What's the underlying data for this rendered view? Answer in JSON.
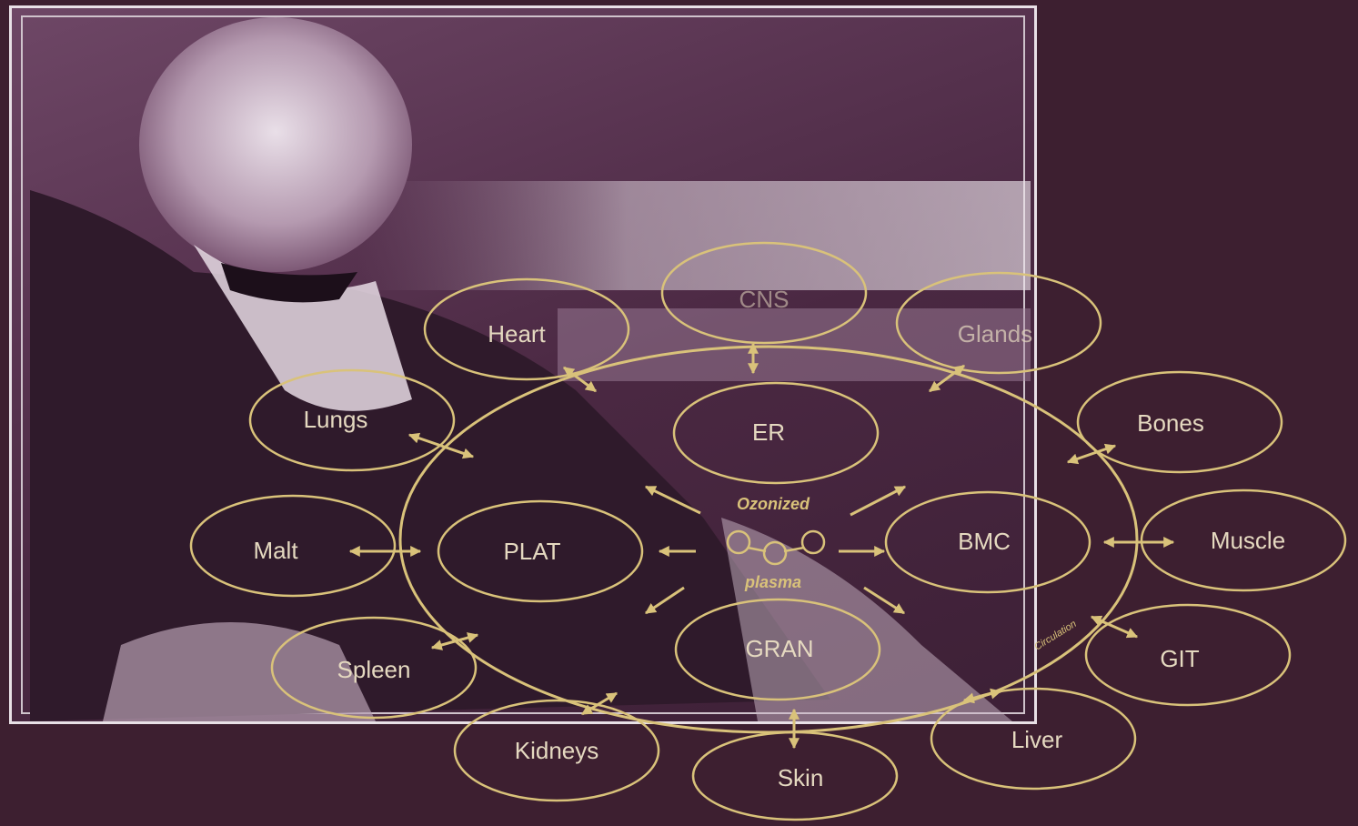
{
  "colors": {
    "background": "#3d1f30",
    "diagram": "#d9c27a",
    "photo_tint": "#5a3552"
  },
  "center": {
    "top_label": "Ozonized",
    "bottom_label": "plasma"
  },
  "ring_label": "Circulation",
  "inner_nodes": [
    {
      "id": "er",
      "label": "ER"
    },
    {
      "id": "plat",
      "label": "PLAT"
    },
    {
      "id": "bmc",
      "label": "BMC"
    },
    {
      "id": "gran",
      "label": "GRAN"
    }
  ],
  "outer_nodes": [
    {
      "id": "cns",
      "label": "CNS"
    },
    {
      "id": "heart",
      "label": "Heart"
    },
    {
      "id": "glands",
      "label": "Glands"
    },
    {
      "id": "lungs",
      "label": "Lungs"
    },
    {
      "id": "bones",
      "label": "Bones"
    },
    {
      "id": "malt",
      "label": "Malt"
    },
    {
      "id": "muscle",
      "label": "Muscle"
    },
    {
      "id": "spleen",
      "label": "Spleen"
    },
    {
      "id": "git",
      "label": "GIT"
    },
    {
      "id": "kidneys",
      "label": "Kidneys"
    },
    {
      "id": "liver",
      "label": "Liver"
    },
    {
      "id": "skin",
      "label": "Skin"
    }
  ]
}
